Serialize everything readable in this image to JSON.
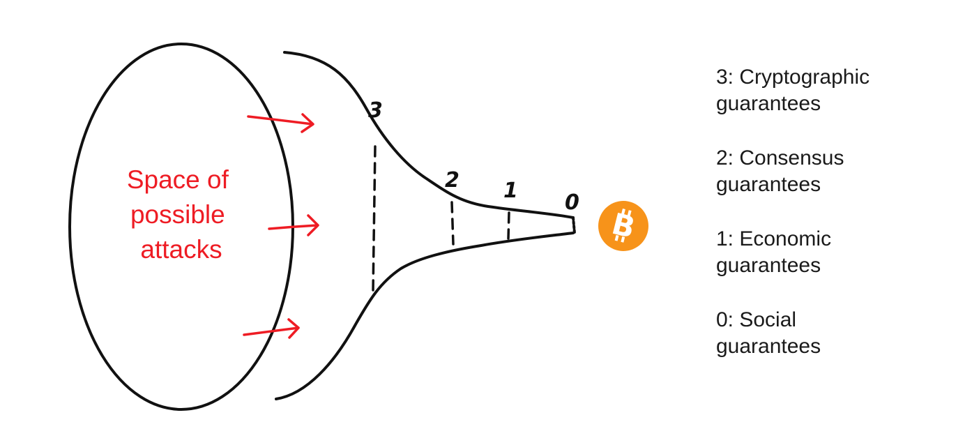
{
  "diagram": {
    "attack_space_label": [
      "Space of",
      "possible",
      "attacks"
    ],
    "stage_markers": [
      "3",
      "2",
      "1",
      "0"
    ],
    "bitcoin_icon": "bitcoin-icon",
    "colors": {
      "attack_text": "#ee1c24",
      "arrows": "#ee1c24",
      "lines": "#111111",
      "bitcoin": "#f7931a"
    }
  },
  "legend": {
    "items": [
      {
        "line1": "3: Cryptographic",
        "line2": "guarantees"
      },
      {
        "line1": "2: Consensus",
        "line2": "guarantees"
      },
      {
        "line1": "1: Economic",
        "line2": "guarantees"
      },
      {
        "line1": "0: Social",
        "line2": "guarantees"
      }
    ]
  }
}
